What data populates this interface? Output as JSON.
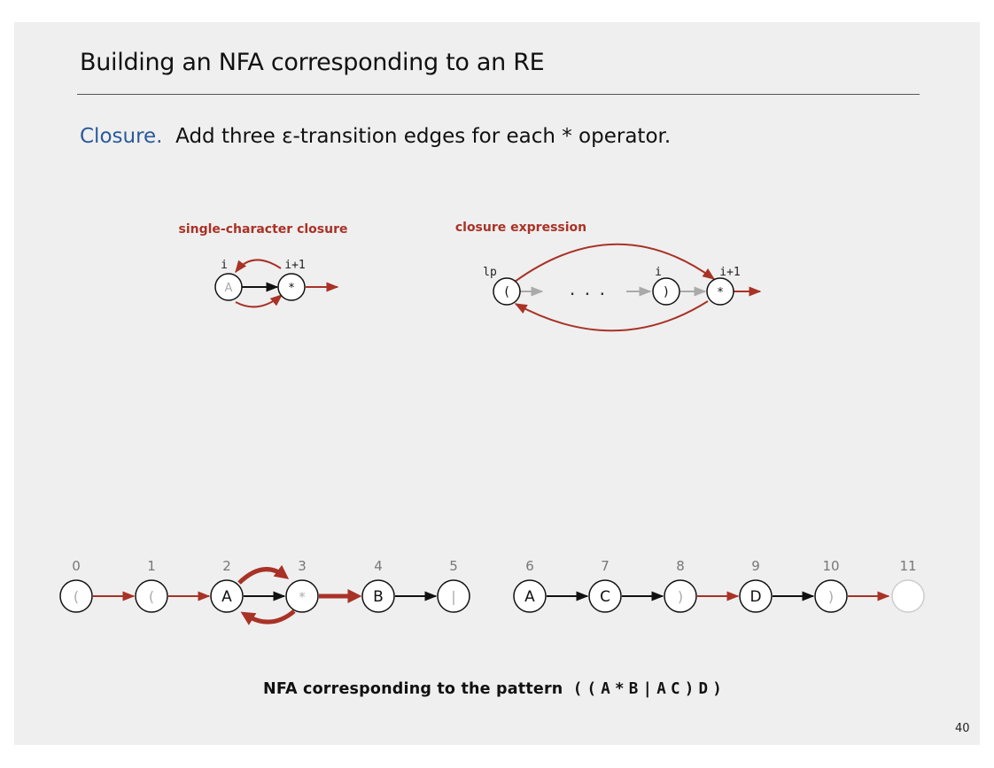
{
  "slide": {
    "title": "Building an NFA corresponding to an RE",
    "subtitle_keyword": "Closure.",
    "subtitle_text": "Add three ε-transition edges for each * operator.",
    "page_number": "40"
  },
  "diagrams": {
    "single": {
      "label": "single-character closure",
      "index_i": "i",
      "index_i1": "i+1",
      "node_a": "A",
      "node_star": "*"
    },
    "expr": {
      "label": "closure expression",
      "index_lp": "lp",
      "index_i": "i",
      "index_i1": "i+1",
      "node_open": "(",
      "ellipsis": ". . .",
      "node_close": ")",
      "node_star": "*"
    }
  },
  "nfa": {
    "states": [
      {
        "index": "0",
        "char": "("
      },
      {
        "index": "1",
        "char": "("
      },
      {
        "index": "2",
        "char": "A"
      },
      {
        "index": "3",
        "char": "*"
      },
      {
        "index": "4",
        "char": "B"
      },
      {
        "index": "5",
        "char": "|"
      },
      {
        "index": "6",
        "char": "A"
      },
      {
        "index": "7",
        "char": "C"
      },
      {
        "index": "8",
        "char": ")"
      },
      {
        "index": "9",
        "char": "D"
      },
      {
        "index": "10",
        "char": ")"
      },
      {
        "index": "11",
        "char": ""
      }
    ],
    "caption": "NFA corresponding to the pattern",
    "pattern_tokens": [
      "(",
      "(",
      "A",
      "*",
      "B",
      "|",
      "A",
      "C",
      ")",
      "D",
      ")"
    ]
  },
  "colors": {
    "epsilon": "#a93226",
    "match": "#111111",
    "faded": "#aaaaaa",
    "keyword": "#2a5a9a"
  }
}
